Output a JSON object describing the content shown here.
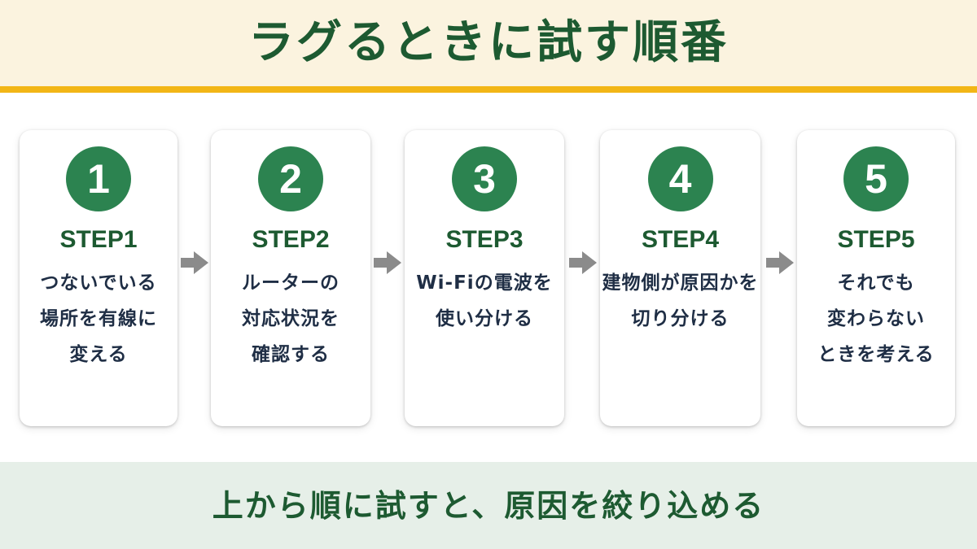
{
  "header": {
    "title": "ラグるときに試す順番"
  },
  "colors": {
    "header_bg": "#fbf3df",
    "header_rule": "#f2b616",
    "accent_green": "#2c8350",
    "dark_green": "#1d5a31",
    "text_navy": "#1f2e45",
    "arrow_gray": "#8b8b8b",
    "footer_bg": "#e6efe8"
  },
  "steps": [
    {
      "number": "1",
      "label": "STEP1",
      "lines": [
        "つないでいる",
        "場所を有線に",
        "変える"
      ]
    },
    {
      "number": "2",
      "label": "STEP2",
      "lines": [
        "ルーターの",
        "対応状況を",
        "確認する"
      ]
    },
    {
      "number": "3",
      "label": "STEP3",
      "lines": [
        "Wi-Fiの電波を",
        "使い分ける"
      ]
    },
    {
      "number": "4",
      "label": "STEP4",
      "lines": [
        "建物側が原因かを",
        "切り分ける"
      ]
    },
    {
      "number": "5",
      "label": "STEP5",
      "lines": [
        "それでも",
        "変わらない",
        "ときを考える"
      ]
    }
  ],
  "arrows": {
    "icon": "arrow-right-icon",
    "count": 4
  },
  "footer": {
    "text": "上から順に試すと、原因を絞り込める"
  }
}
